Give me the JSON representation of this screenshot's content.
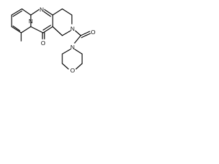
{
  "molecule": {
    "atoms": {
      "n_top": "N",
      "n_ring": "N",
      "n_amide": "N",
      "n_morpholine": "N",
      "o_ketone": "O",
      "o_amide": "O",
      "o_morpholine": "O"
    }
  }
}
